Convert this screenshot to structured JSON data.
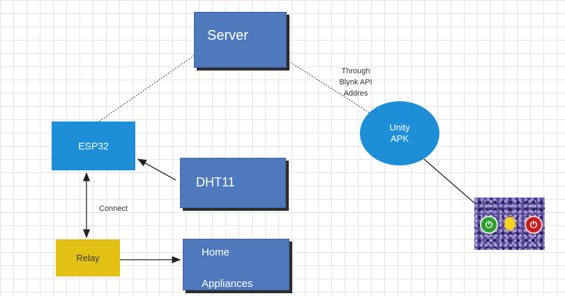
{
  "nodes": {
    "server": "Server",
    "esp32": "ESP32",
    "dht11": "DHT11",
    "relay": "Relay",
    "home": {
      "line1": "Home",
      "line2": "Appliances"
    },
    "unity": {
      "line1": "Unity",
      "line2": "APK"
    }
  },
  "edge_labels": {
    "through": {
      "line1": "Through",
      "line2": "Blynk API",
      "line3": "Addres"
    },
    "connect": "Connect"
  },
  "app_screen": {
    "on_icon": "power-on-icon",
    "bulb_icon": "light-bulb-icon",
    "off_icon": "power-off-icon"
  },
  "colors": {
    "box_blue": "#4f79bd",
    "esp_blue": "#1c8fd8",
    "relay_yellow": "#e2c114",
    "power_on": "#2e9e2e",
    "power_off": "#c81e1e"
  }
}
